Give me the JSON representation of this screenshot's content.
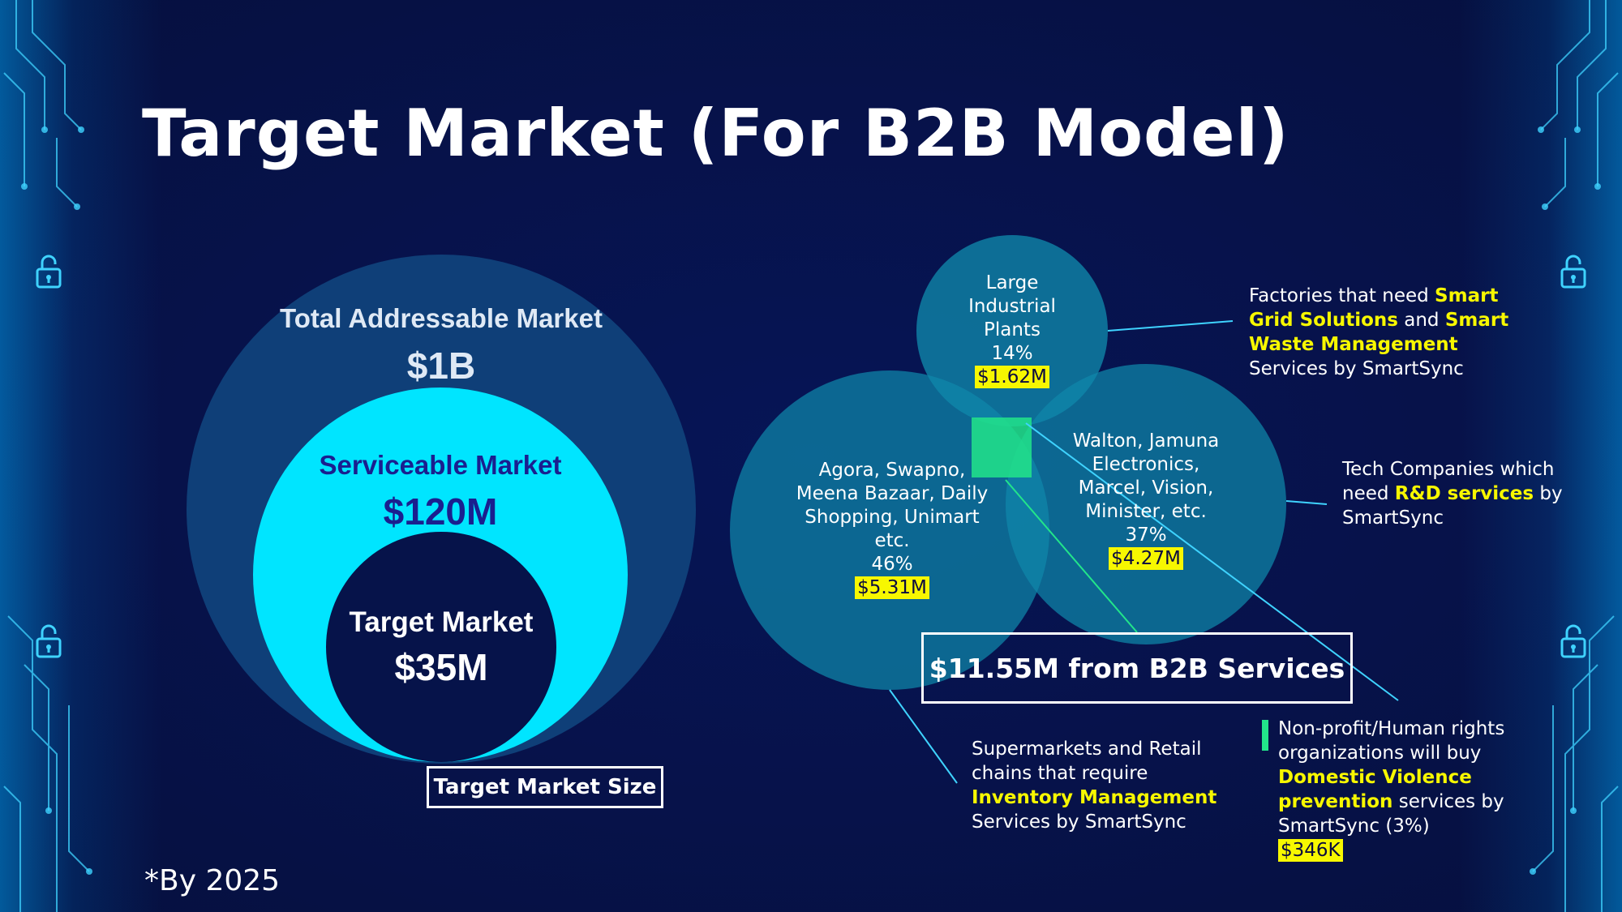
{
  "title": "Target Market (For B2B Model)",
  "colors": {
    "background": "#06134a",
    "tam_circle": "#0f3f78",
    "sam_circle": "#00e5ff",
    "target_circle": "#06134a",
    "venn_circle": "#0f88aa",
    "highlight": "#f7f700",
    "overlap_square": "#22e58a"
  },
  "market_circles": {
    "tam": {
      "label": "Total Addressable Market",
      "value": "$1B"
    },
    "sam": {
      "label": "Serviceable Market",
      "value": "$120M"
    },
    "target": {
      "label": "Target Market",
      "value": "$35M"
    }
  },
  "target_market_size_label": "Target Market Size",
  "footnote": "*By 2025",
  "segments": {
    "industrial": {
      "lines": [
        "Large",
        "Industrial",
        "Plants"
      ],
      "percent": "14%",
      "amount": "$1.62M"
    },
    "retail": {
      "lines": [
        "Agora, Swapno,",
        "Meena Bazaar, Daily",
        "Shopping, Unimart",
        "etc."
      ],
      "percent": "46%",
      "amount": "$5.31M"
    },
    "tech": {
      "lines": [
        "Walton, Jamuna",
        "Electronics,",
        "Marcel, Vision,",
        "Minister, etc."
      ],
      "percent": "37%",
      "amount": "$4.27M"
    }
  },
  "b2b_total": "$11.55M from B2B Services",
  "descriptions": {
    "factories": {
      "l1_pre": "Factories that need ",
      "l1_hl": "Smart",
      "l2_hl1": "Grid Solutions",
      "l2_mid": " and ",
      "l2_hl2": "Smart",
      "l3_hl": "Waste Management",
      "l4": "Services by SmartSync"
    },
    "tech": {
      "l1": "Tech Companies which",
      "l2_pre": "need ",
      "l2_hl": "R&D services",
      "l2_post": " by",
      "l3": "SmartSync"
    },
    "supermarkets": {
      "l1": "Supermarkets and Retail",
      "l2": "chains that require",
      "l3_hl": "Inventory Management",
      "l4": "Services by SmartSync"
    },
    "nonprofit": {
      "l1": "Non-profit/Human rights",
      "l2": "organizations will buy",
      "l3_hl": "Domestic Violence",
      "l4_hl": "prevention",
      "l4_post": " services by",
      "l5": "SmartSync (3%)",
      "amount": "$346K"
    }
  }
}
